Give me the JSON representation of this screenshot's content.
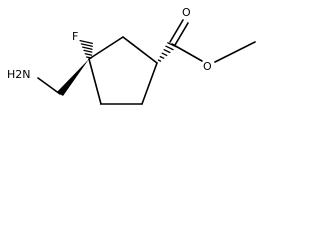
{
  "labels": {
    "fluorine": "F",
    "amine": "H2N",
    "carbonyl_oxygen": "O",
    "ester_oxygen": "O"
  },
  "colors": {
    "background": "#ffffff",
    "ink": "#000000"
  }
}
